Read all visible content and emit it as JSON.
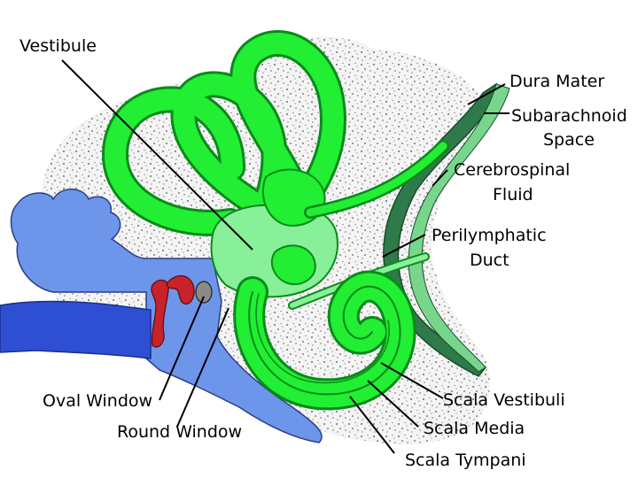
{
  "colors": {
    "bone_speckle": "#e6e6e6",
    "labyrinth_fill": "#22ee33",
    "labyrinth_light": "#88f098",
    "labyrinth_outline": "#0a8a1a",
    "dura_dark": "#2f7a4a",
    "middle_ear_blue": "#6d95e9",
    "deep_blue": "#2f4fd3",
    "ossicle_red": "#c8222a",
    "label_line": "#000000"
  },
  "labels": {
    "vestibule": "Vestibule",
    "dura_mater": "Dura Mater",
    "subarachnoid_line1": "Subarachnoid",
    "subarachnoid_line2": "Space",
    "csf_line1": "Cerebrospinal",
    "csf_line2": "Fluid",
    "perilymphatic_line1": "Perilymphatic",
    "perilymphatic_line2": "Duct",
    "oval_window": "Oval Window",
    "round_window": "Round Window",
    "scala_vestibuli": "Scala Vestibuli",
    "scala_media": "Scala Media",
    "scala_tympani": "Scala Tympani"
  }
}
